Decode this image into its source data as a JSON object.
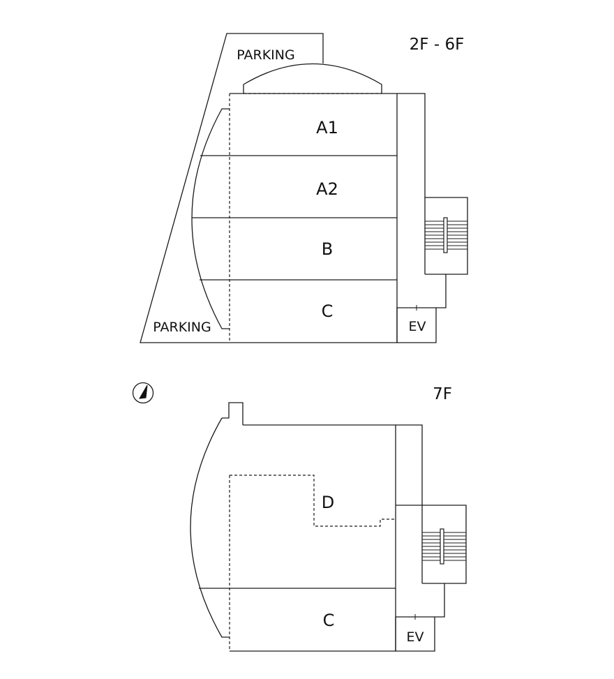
{
  "plans": [
    {
      "floor_label": "2F - 6F",
      "units": [
        "A1",
        "A2",
        "B",
        "C"
      ],
      "parking_labels": [
        "PARKING",
        "PARKING"
      ],
      "elevator_label": "EV"
    },
    {
      "floor_label": "7F",
      "units": [
        "D",
        "C"
      ],
      "elevator_label": "EV"
    }
  ],
  "compass": {
    "icon": "north-arrow-icon"
  }
}
